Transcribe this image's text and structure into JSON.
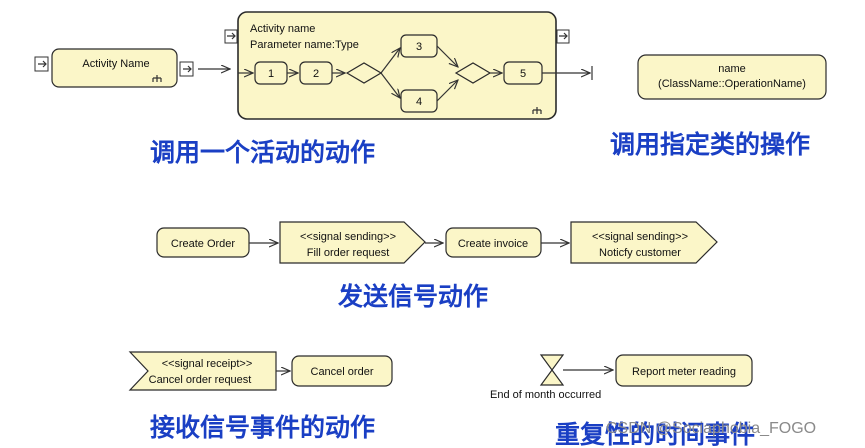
{
  "call_activity": {
    "small_node_label": "Activity Name",
    "big_title": "Activity name",
    "big_param": "Parameter name:Type",
    "steps": [
      "1",
      "2",
      "3",
      "4",
      "5"
    ],
    "caption": "调用一个活动的动作"
  },
  "call_operation": {
    "name": "name",
    "signature": "(ClassName::OperationName)",
    "caption": "调用指定类的操作"
  },
  "send_signal": {
    "node1": "Create Order",
    "signal1_stereo": "<<signal sending>>",
    "signal1_name": "Fill order request",
    "node2": "Create invoice",
    "signal2_stereo": "<<signal sending>>",
    "signal2_name": "Noticfy customer",
    "caption": "发送信号动作"
  },
  "accept_signal": {
    "stereo": "<<signal receipt>>",
    "name": "Cancel order request",
    "node": "Cancel order",
    "caption": "接收信号事件的动作"
  },
  "time_event": {
    "label": "End of month occurred",
    "node": "Report meter reading",
    "caption": "重复性的时间事件"
  },
  "watermark": "CSDN @Sociaphobia_FOGO"
}
